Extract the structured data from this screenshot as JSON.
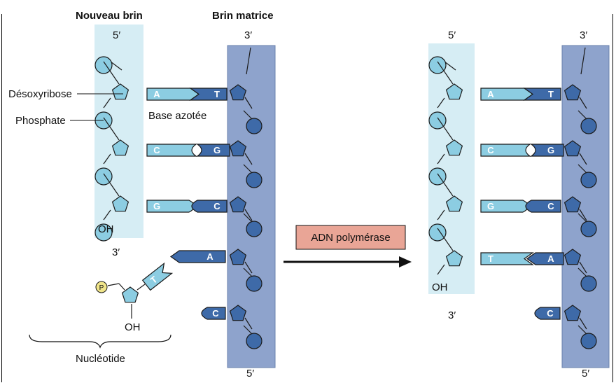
{
  "headers": {
    "new_strand": "Nouveau brin",
    "template_strand": "Brin matrice"
  },
  "ends": {
    "five_prime": "5′",
    "three_prime": "3′",
    "hydroxyl": "OH"
  },
  "labels": {
    "sugar": "Désoxyribose",
    "phosphate": "Phosphate",
    "base": "Base azotée",
    "nucleotide": "Nucléotide",
    "phosphate_symbol": "P"
  },
  "enzyme": "ADN polymérase",
  "pairs_before": [
    {
      "new": "A",
      "template": "T"
    },
    {
      "new": "C",
      "template": "G"
    },
    {
      "new": "G",
      "template": "C"
    }
  ],
  "incoming_nucleotide": {
    "new": "T",
    "template": "A"
  },
  "unpaired_template_before": "C",
  "pairs_after": [
    {
      "new": "A",
      "template": "T"
    },
    {
      "new": "C",
      "template": "G"
    },
    {
      "new": "G",
      "template": "C"
    },
    {
      "new": "T",
      "template": "A"
    }
  ],
  "unpaired_template_after": "C",
  "colors": {
    "light_band": "#d6edf4",
    "dark_band": "#8ea3cc",
    "light_shape": "#8ccde2",
    "dark_shape": "#3e6aa8",
    "outline": "#1a1a1a",
    "enzyme_box": "#e9a596",
    "phosphate_marker": "#f0e58a"
  }
}
